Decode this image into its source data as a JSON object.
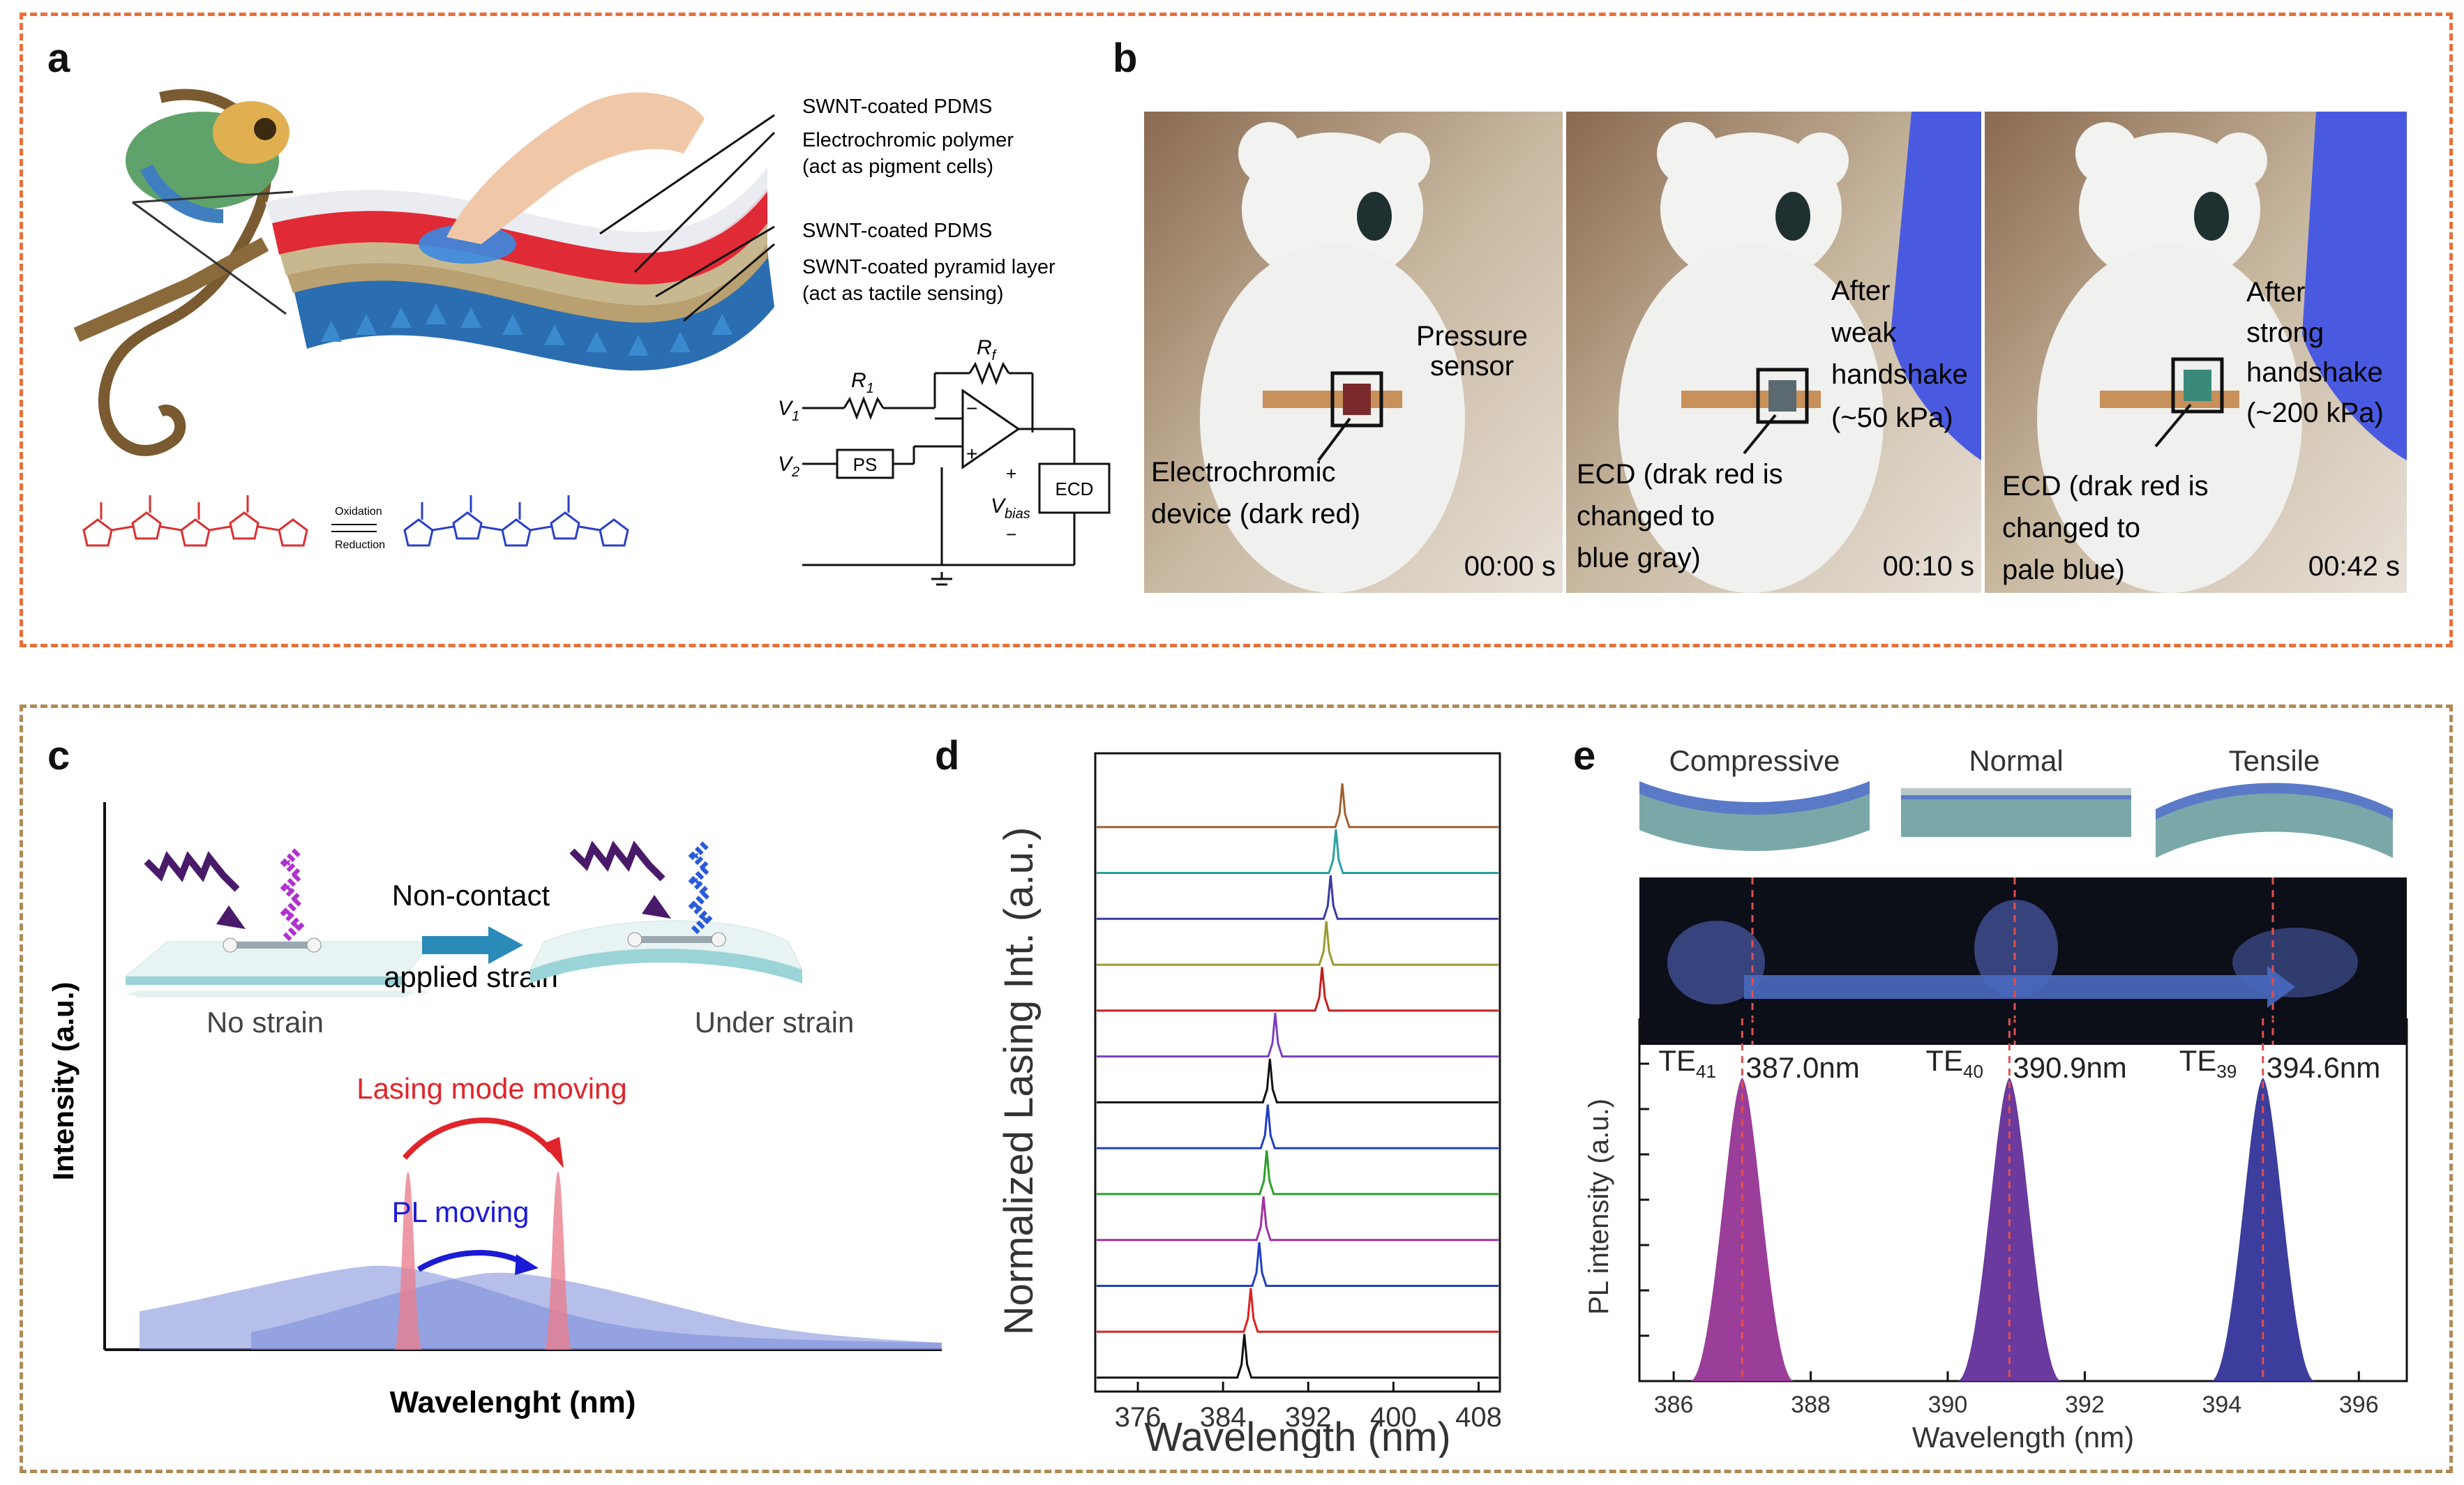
{
  "panels": {
    "a": {
      "label": "a",
      "layers": [
        "SWNT-coated PDMS",
        "Electrochromic polymer",
        "(act as pigment cells)",
        "SWNT-coated PDMS",
        "SWNT-coated pyramid layer",
        "(act as tactile sensing)"
      ],
      "chem": {
        "oxidation": "Oxidation",
        "reduction": "Reduction"
      },
      "circuit": {
        "r1": "R",
        "r1_sub": "1",
        "rf": "R",
        "rf_sub": "f",
        "v1": "V",
        "v1_sub": "1",
        "v2": "V",
        "v2_sub": "2",
        "ps": "PS",
        "vbias": "V",
        "vbias_sub": "bias",
        "ecd": "ECD",
        "plus": "+",
        "minus": "−"
      }
    },
    "b": {
      "label": "b",
      "frames": [
        {
          "label1": "Pressure",
          "label2": "sensor",
          "label3": "",
          "label4": "",
          "caption1": "Electrochromic",
          "caption2": "device (dark red)",
          "caption3": "",
          "time": "00:00 s",
          "patch_color": "#7a2a2a"
        },
        {
          "label1": "After",
          "label2": "weak",
          "label3": "handshake",
          "label4": "(~50 kPa)",
          "caption1": "ECD (drak red is",
          "caption2": "changed to",
          "caption3": "blue gray)",
          "time": "00:10 s",
          "patch_color": "#5a6a70"
        },
        {
          "label1": "After",
          "label2": "strong",
          "label3": "handshake",
          "label4": "(~200 kPa)",
          "caption1": "ECD (drak red is",
          "caption2": "changed to",
          "caption3": "pale blue)",
          "time": "00:42 s",
          "patch_color": "#3a8a7a"
        }
      ]
    },
    "c": {
      "label": "c",
      "ylabel": "Intensity (a.u.)",
      "xlabel": "Wavelenght (nm)",
      "arrow_top": "Non-contact",
      "arrow_bottom": "applied strain",
      "left_caption": "No strain",
      "right_caption": "Under strain",
      "lasing_label": "Lasing mode moving",
      "pl_label": "PL moving",
      "colors": {
        "lasing": "#e0252a",
        "pl": "#1b1bd6"
      }
    },
    "d": {
      "label": "d"
    },
    "e": {
      "label": "e",
      "states": [
        "Compressive",
        "Normal",
        "Tensile"
      ],
      "mode_labels": [
        {
          "te": "TE",
          "sub": "41",
          "value": "387.0nm"
        },
        {
          "te": "TE",
          "sub": "40",
          "value": "390.9nm"
        },
        {
          "te": "TE",
          "sub": "39",
          "value": "394.6nm"
        }
      ]
    }
  },
  "chart_data": [
    {
      "type": "line",
      "panel": "d",
      "ylabel": "Normalized Lasing Int. (a.u.)",
      "xlabel": "Wavelength (nm)",
      "xlim": [
        372,
        410
      ],
      "xticks": [
        376,
        384,
        392,
        400,
        408
      ],
      "series": [
        {
          "peak": 386.0,
          "color": "#111111"
        },
        {
          "peak": 386.6,
          "color": "#e02020"
        },
        {
          "peak": 387.4,
          "color": "#1f3fbf"
        },
        {
          "peak": 387.8,
          "color": "#a030a0"
        },
        {
          "peak": 388.1,
          "color": "#2aa02a"
        },
        {
          "peak": 388.2,
          "color": "#1f3fbf"
        },
        {
          "peak": 388.4,
          "color": "#111111"
        },
        {
          "peak": 388.9,
          "color": "#7a3fc0"
        },
        {
          "peak": 393.3,
          "color": "#c02020"
        },
        {
          "peak": 393.7,
          "color": "#9a9a30"
        },
        {
          "peak": 394.1,
          "color": "#3a3aa0"
        },
        {
          "peak": 394.6,
          "color": "#2aa0a0"
        },
        {
          "peak": 395.2,
          "color": "#a06030"
        }
      ]
    },
    {
      "type": "area",
      "panel": "e",
      "ylabel": "PL intensity (a.u.)",
      "xlabel": "Wavelength (nm)",
      "xlim": [
        385.5,
        396.7
      ],
      "xticks": [
        386,
        388,
        390,
        392,
        394,
        396
      ],
      "peaks": [
        {
          "center": 387.0,
          "color": "#9a3e9a"
        },
        {
          "center": 390.9,
          "color": "#6a3a9e"
        },
        {
          "center": 394.6,
          "color": "#3d3d9e"
        }
      ]
    }
  ]
}
